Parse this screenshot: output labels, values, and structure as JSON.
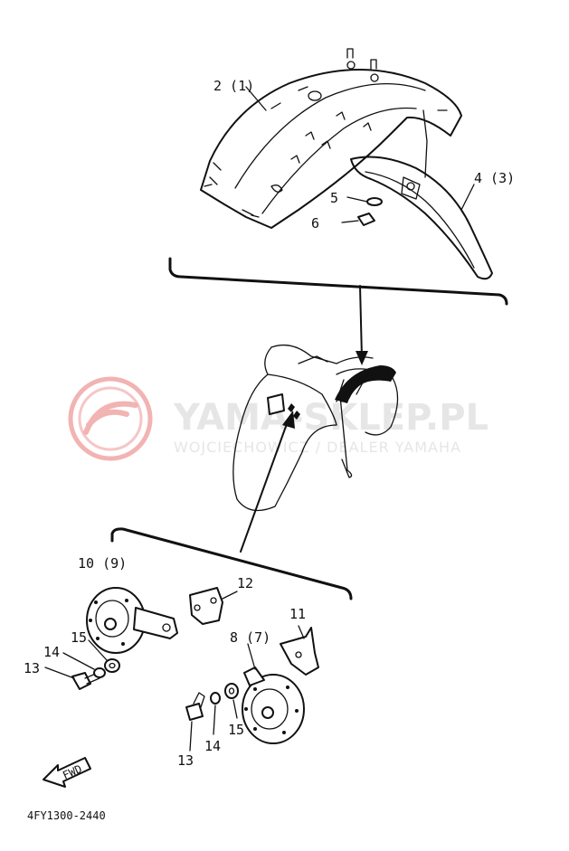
{
  "watermark": {
    "title": "YAMA-SKLEP.PL",
    "subtitle": "WOJCIECHOWICZ / DEALER YAMAHA",
    "logo_color": "#f2b3b3",
    "text_color": "#e6e6e6"
  },
  "callouts": {
    "c1": "2 (1)",
    "c2": "4 (3)",
    "c3": "5",
    "c4": "6",
    "c5": "10 (9)",
    "c6": "12",
    "c7": "15",
    "c8": "14",
    "c9": "13",
    "c10": "8 (7)",
    "c11": "11",
    "c12": "13",
    "c13": "14",
    "c14": "15"
  },
  "direction_tag": "FWD",
  "diagram_code": "4FY1300-2440"
}
